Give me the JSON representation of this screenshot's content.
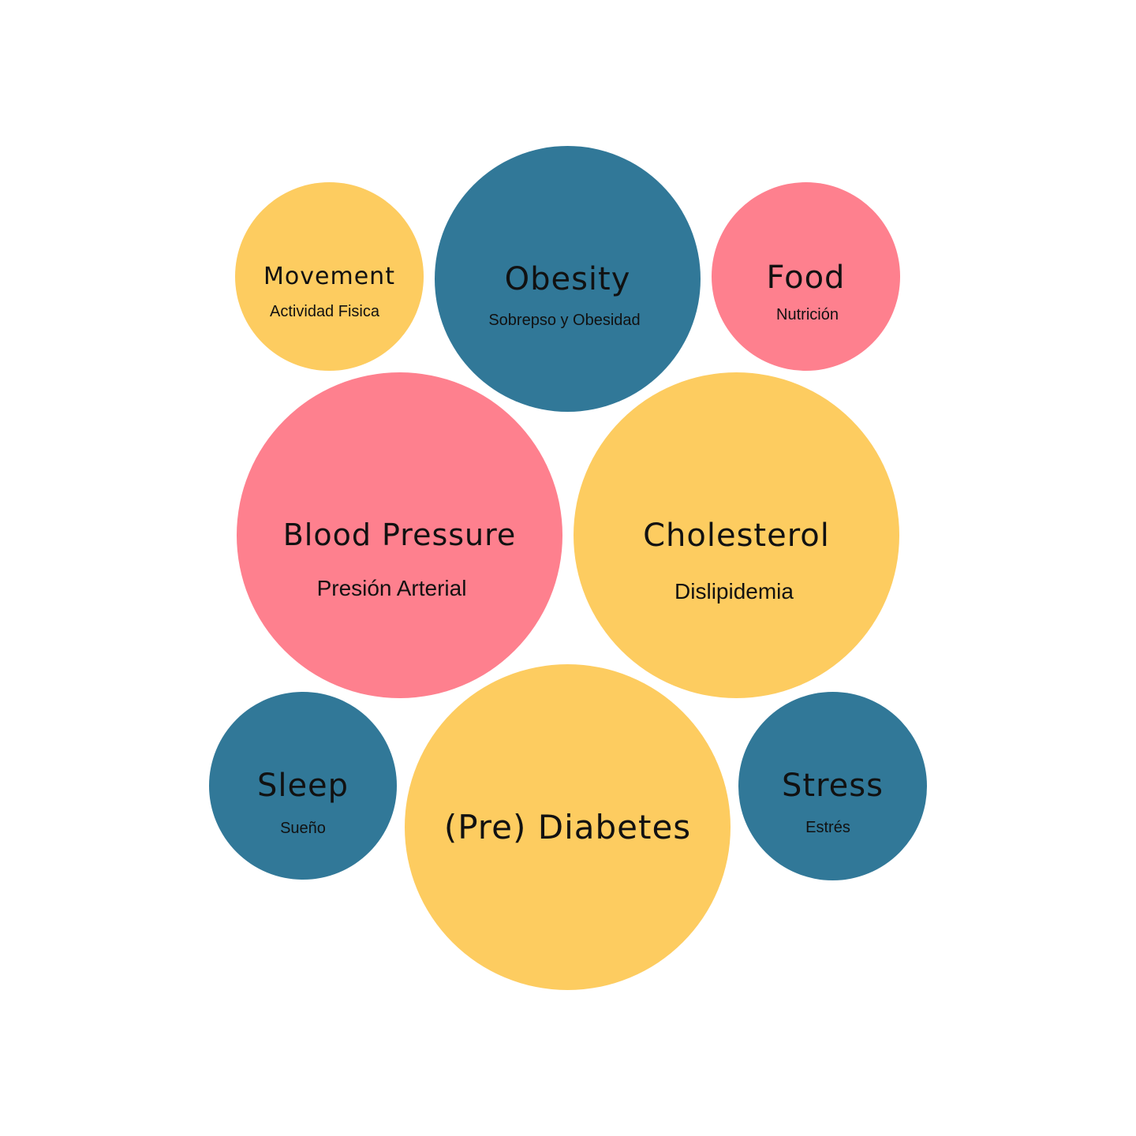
{
  "colors": {
    "yellow": "#FDCC60",
    "teal": "#317898",
    "pink": "#FE808E",
    "text": "#111111",
    "background": "#FFFFFF"
  },
  "bubbles": [
    {
      "id": "movement",
      "title": "Movement",
      "subtitle": "Actividad Fisica",
      "color": "#FDCC60"
    },
    {
      "id": "obesity",
      "title": "Obesity",
      "subtitle": "Sobrepso y Obesidad",
      "color": "#317898"
    },
    {
      "id": "food",
      "title": "Food",
      "subtitle": "Nutrición",
      "color": "#FE808E"
    },
    {
      "id": "blood_pressure",
      "title": "Blood Pressure",
      "subtitle": "Presión Arterial",
      "color": "#FE808E"
    },
    {
      "id": "cholesterol",
      "title": "Cholesterol",
      "subtitle": "Dislipidemia",
      "color": "#FDCC60"
    },
    {
      "id": "sleep",
      "title": "Sleep",
      "subtitle": "Sueño",
      "color": "#317898"
    },
    {
      "id": "diabetes",
      "title": "(Pre) Diabetes",
      "subtitle": "",
      "color": "#FDCC60"
    },
    {
      "id": "stress",
      "title": "Stress",
      "subtitle": "Estrés",
      "color": "#317898"
    }
  ]
}
